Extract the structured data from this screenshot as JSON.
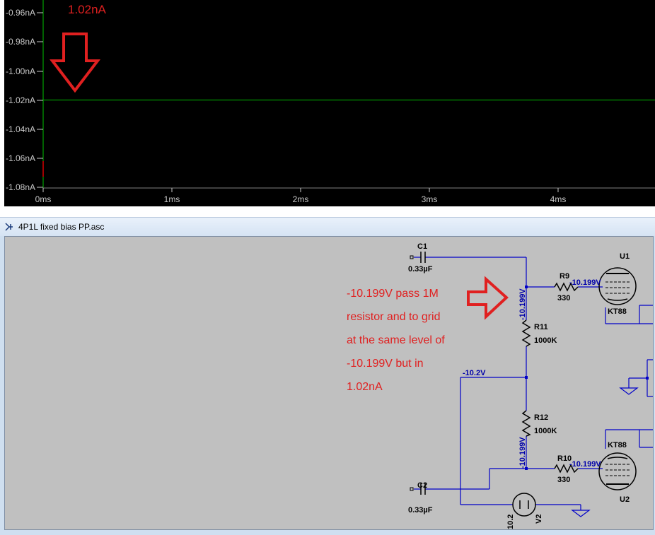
{
  "waveform": {
    "marker_value": "1.02nA",
    "y_axis": {
      "ticks": [
        "-0.96nA",
        "-0.98nA",
        "-1.00nA",
        "-1.02nA",
        "-1.04nA",
        "-1.06nA",
        "-1.08nA"
      ]
    },
    "x_axis": {
      "ticks": [
        "0ms",
        "1ms",
        "2ms",
        "3ms",
        "4ms"
      ]
    },
    "trace": {
      "value_nA": -1.02,
      "color": "#00c000"
    },
    "colors": {
      "background": "#000000",
      "grid_text": "#c8c8c8",
      "annotation": "#e02020"
    }
  },
  "schematic_window": {
    "title": "4P1L fixed bias PP.asc"
  },
  "schematic": {
    "annotation_lines": [
      "-10.199V pass 1M",
      "resistor and to grid",
      "at the same level of",
      "-10.199V but in",
      "1.02nA"
    ],
    "components": {
      "c1": {
        "name": "C1",
        "value": "0.33µF"
      },
      "c2": {
        "name": "C2",
        "value": "0.33µF"
      },
      "r9": {
        "name": "R9",
        "value": "330"
      },
      "r10": {
        "name": "R10",
        "value": "330"
      },
      "r11": {
        "name": "R11",
        "value": "1000K"
      },
      "r12": {
        "name": "R12",
        "value": "1000K"
      },
      "u1": {
        "name": "U1",
        "value": "KT88"
      },
      "u2": {
        "name": "U2",
        "value": "KT88"
      },
      "v2": {
        "name": "V2",
        "value": "10.2"
      }
    },
    "node_labels": {
      "upper_vertical": "-10.199V",
      "lower_vertical": "-10.199V",
      "grid_u1": "-10.199V",
      "grid_u2": "-10.199V",
      "bias_node": "-10.2V"
    },
    "colors": {
      "wire": "#0000c8",
      "label": "#000000",
      "node_label": "#0000aa",
      "background": "#c0c0c0"
    }
  }
}
